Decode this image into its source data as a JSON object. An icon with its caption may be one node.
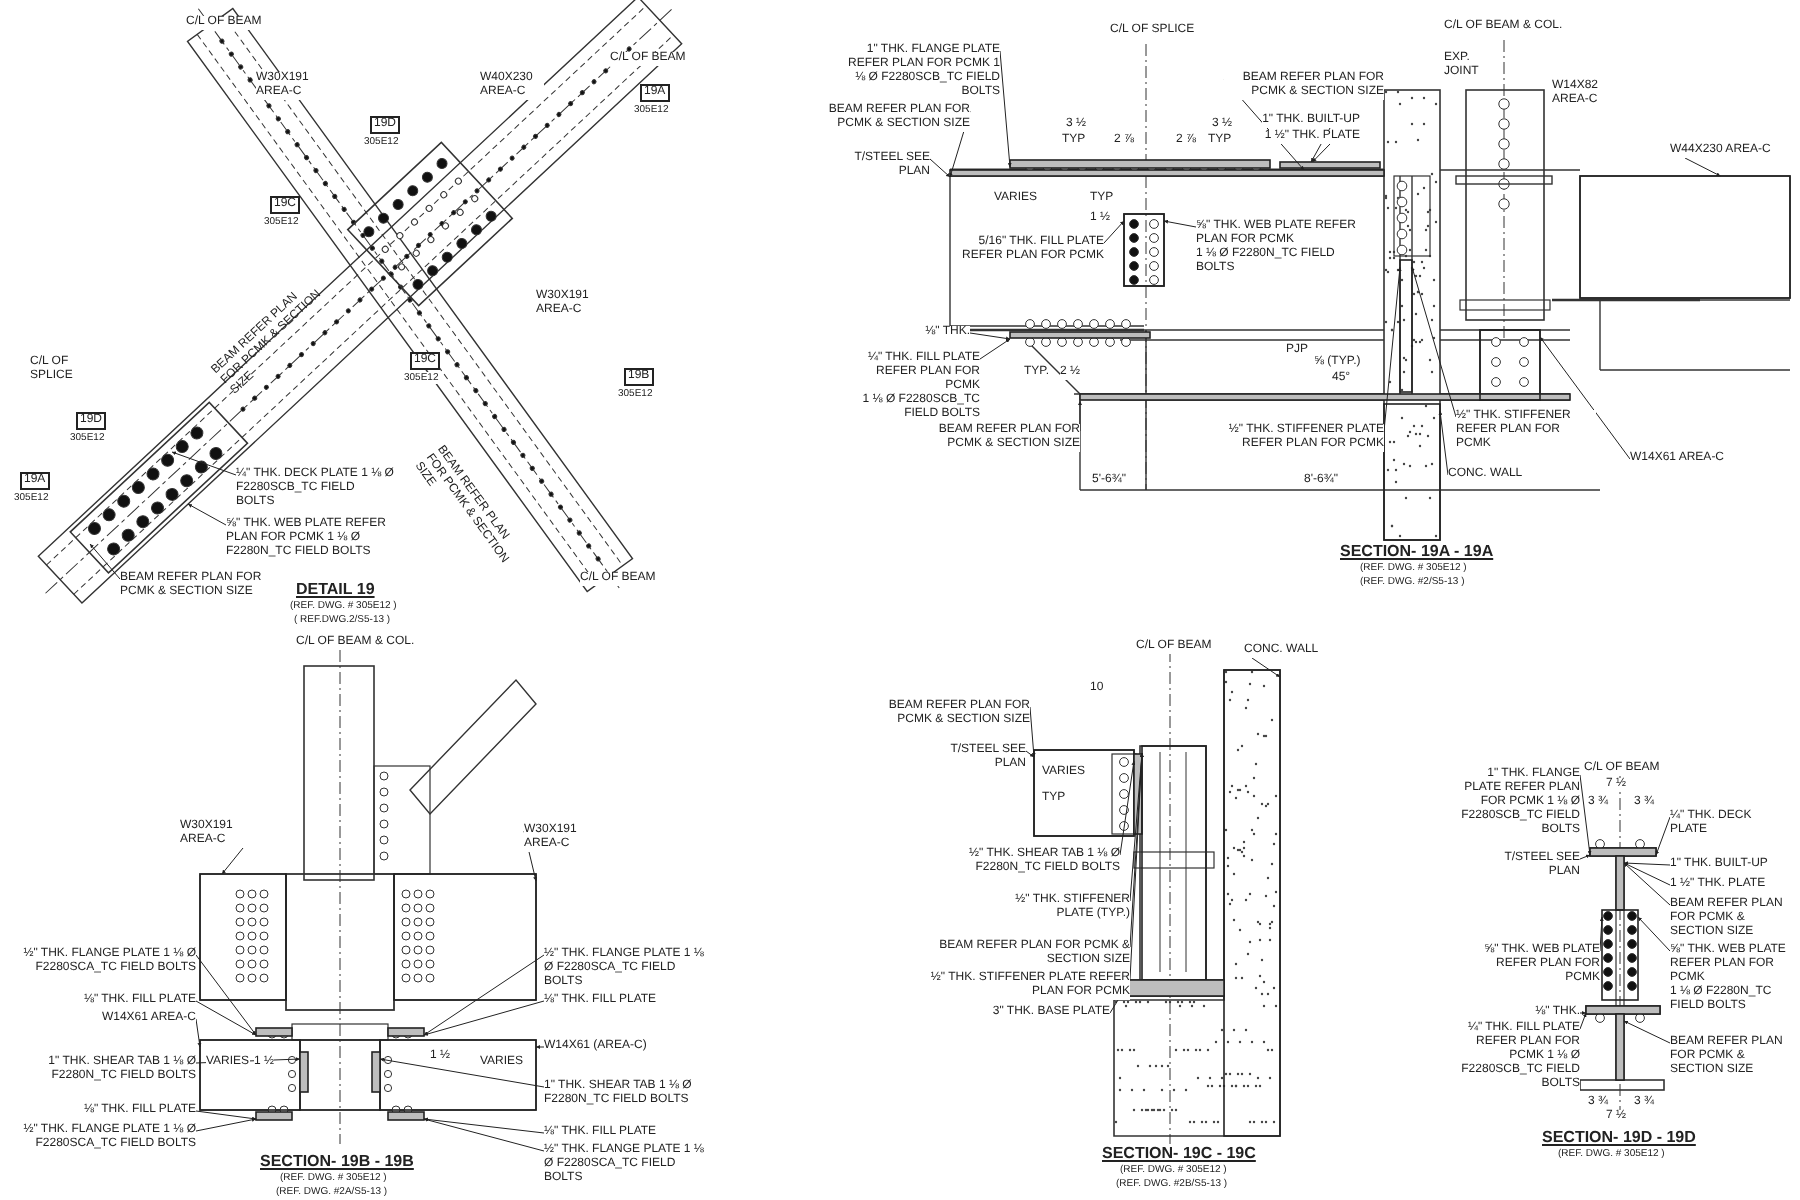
{
  "diagram": {
    "nodes": [
      {
        "text": [
          "¼\" THK. DECK PLATE 1 ⅛ Ø F2280SCB_TC FIELD BOLTS"
        ]
      },
      {
        "text": [
          "⅝\" THK. WEB PLATE REFER PLAN FOR PCMK 1 ⅛ Ø F2280N_TC FIELD BOLTS"
        ]
      },
      {
        "text": [
          "BEAM REFER PLAN FOR PCMK & SECTION SIZE"
        ]
      },
      {
        "text": [
          "1\" THK. FLANGE PLATE REFER PLAN FOR PCMK 1 ⅛ Ø F2280SCB_TC FIELD BOLTS"
        ]
      },
      {
        "text": [
          "BEAM REFER PLAN FOR PCMK & SECTION SIZE"
        ]
      },
      {
        "text": [
          "T/STEEL SEE PLAN"
        ]
      },
      {
        "text": [
          "BEAM REFER PLAN FOR PCMK & SECTION SIZE"
        ]
      },
      {
        "text": [
          "1\" THK. BUILT-UP"
        ]
      },
      {
        "text": [
          "1 ½\" THK. PLATE"
        ]
      },
      {
        "text": [
          "W44X230 AREA-C"
        ]
      },
      {
        "text": [
          "⅝\" THK. WEB PLATE REFER PLAN FOR PCMK",
          "1 ⅛ Ø F2280N_TC FIELD BOLTS"
        ]
      },
      {
        "text": [
          "5/16\" THK. FILL PLATE REFER PLAN FOR PCMK"
        ]
      },
      {
        "text": [
          "⅛\" THK."
        ]
      },
      {
        "text": [
          "¼\" THK. FILL PLATE REFER PLAN FOR PCMK",
          "1 ⅛ Ø F2280SCB_TC FIELD BOLTS"
        ]
      },
      {
        "text": [
          "BEAM REFER PLAN FOR PCMK & SECTION SIZE"
        ]
      },
      {
        "text": [
          "½\" THK. STIFFENER PLATE REFER PLAN FOR PCMK"
        ]
      },
      {
        "text": [
          "½\" THK. STIFFENER REFER PLAN FOR PCMK"
        ]
      },
      {
        "text": [
          "CONC. WALL"
        ]
      },
      {
        "text": [
          "W14X61 AREA-C"
        ]
      },
      {
        "text": [
          "W30X191 AREA-C"
        ]
      },
      {
        "text": [
          "W30X191 AREA-C"
        ]
      },
      {
        "text": [
          "½\" THK. FLANGE PLATE 1 ⅛ Ø F2280SCA_TC FIELD BOLTS"
        ]
      },
      {
        "text": [
          "⅛\" THK. FILL PLATE"
        ]
      },
      {
        "text": [
          "½\" THK. FLANGE PLATE 1 ⅛ Ø F2280SCA_TC FIELD BOLTS"
        ]
      },
      {
        "text": [
          "⅛\" THK. FILL PLATE"
        ]
      },
      {
        "text": [
          "W14X61 AREA-C"
        ]
      },
      {
        "text": [
          "W14X61 (AREA-C)"
        ]
      },
      {
        "text": [
          "1\" THK. SHEAR TAB 1 ⅛ Ø F2280N_TC FIELD BOLTS"
        ]
      },
      {
        "text": [
          "1\" THK. SHEAR TAB 1 ⅛ Ø F2280N_TC FIELD BOLTS"
        ]
      },
      {
        "text": [
          "⅛\" THK. FILL PLATE"
        ]
      },
      {
        "text": [
          "⅛\" THK. FILL PLATE"
        ]
      },
      {
        "text": [
          "½\" THK. FLANGE PLATE 1 ⅛ Ø F2280SCA_TC FIELD BOLTS"
        ]
      },
      {
        "text": [
          "½\" THK. FLANGE PLATE 1 ⅛ Ø F2280SCA_TC FIELD BOLTS"
        ]
      },
      {
        "text": [
          "CONC. WALL"
        ]
      },
      {
        "text": [
          "BEAM REFER PLAN FOR PCMK & SECTION SIZE"
        ]
      },
      {
        "text": [
          "T/STEEL SEE PLAN"
        ]
      },
      {
        "text": [
          "½\" THK. SHEAR TAB 1 ⅛ Ø F2280N_TC FIELD BOLTS"
        ]
      },
      {
        "text": [
          "½\" THK. STIFFENER PLATE (TYP.)"
        ]
      },
      {
        "text": [
          "BEAM REFER PLAN FOR PCMK & SECTION SIZE"
        ]
      },
      {
        "text": [
          "½\" THK. STIFFENER PLATE REFER PLAN FOR PCMK"
        ]
      },
      {
        "text": [
          "3\" THK. BASE PLATE"
        ]
      },
      {
        "text": [
          "1\" THK. FLANGE PLATE REFER PLAN FOR PCMK 1 ⅛ Ø F2280SCB_TC FIELD BOLTS"
        ]
      },
      {
        "text": [
          "¼\" THK. DECK PLATE"
        ]
      },
      {
        "text": [
          "T/STEEL SEE PLAN"
        ]
      },
      {
        "text": [
          "1\" THK. BUILT-UP"
        ]
      },
      {
        "text": [
          "1 ½\" THK. PLATE"
        ]
      },
      {
        "text": [
          "BEAM REFER PLAN FOR PCMK & SECTION SIZE"
        ]
      },
      {
        "text": [
          "⅝\" THK. WEB PLATE REFER PLAN FOR PCMK"
        ]
      },
      {
        "text": [
          "⅝\" THK. WEB PLATE REFER PLAN FOR PCMK",
          "1 ⅛ Ø F2280N_TC FIELD BOLTS"
        ]
      },
      {
        "text": [
          "⅛\" THK."
        ]
      },
      {
        "text": [
          "¼\" THK. FILL PLATE REFER PLAN FOR PCMK 1 ⅛ Ø F2280SCB_TC FIELD BOLTS"
        ]
      },
      {
        "text": [
          "BEAM REFER PLAN FOR PCMK & SECTION SIZE"
        ]
      },
      {
        "text": [],
        "shape": "bar"
      },
      {
        "text": [],
        "shape": "bar"
      },
      {
        "text": [],
        "shape": "bar"
      },
      {
        "text": [],
        "shape": "box"
      },
      {
        "text": [],
        "shape": "box"
      },
      {
        "text": [],
        "shape": "bar"
      },
      {
        "text": [],
        "shape": "bar"
      },
      {
        "text": [],
        "shape": "box"
      },
      {
        "text": [],
        "shape": "box"
      },
      {
        "text": [],
        "shape": "box"
      },
      {
        "text": [],
        "shape": "box"
      },
      {
        "text": [],
        "shape": "box"
      },
      {
        "text": [],
        "shape": "bar"
      },
      {
        "text": [],
        "shape": "bar"
      },
      {
        "text": [],
        "shape": "box"
      },
      {
        "text": [],
        "shape": "box"
      },
      {
        "text": [],
        "shape": "bar"
      },
      {
        "text": [],
        "shape": "bar"
      },
      {
        "text": [],
        "shape": "bar"
      },
      {
        "text": [],
        "shape": "bar"
      },
      {
        "text": [],
        "shape": "box"
      },
      {
        "text": [],
        "shape": "box"
      },
      {
        "text": [],
        "shape": "bar"
      },
      {
        "text": [],
        "shape": "box"
      },
      {
        "text": [],
        "shape": "bar"
      },
      {
        "text": [],
        "shape": "bar"
      },
      {
        "text": [],
        "shape": "bar"
      },
      {
        "text": [],
        "shape": "box"
      },
      {
        "text": [],
        "shape": "bar"
      },
      {
        "text": [],
        "shape": "bar"
      }
    ],
    "edges": [
      {
        "from": 0,
        "to": null,
        "arrow": "to"
      },
      {
        "from": 1,
        "to": null,
        "arrow": "to"
      },
      {
        "from": 2,
        "to": null,
        "arrow": "to"
      },
      {
        "from": 3,
        "to": 52,
        "arrow": "to"
      },
      {
        "from": 4,
        "to": 53,
        "arrow": "to"
      },
      {
        "from": 5,
        "to": 53,
        "arrow": "to"
      },
      {
        "from": 6,
        "to": 53,
        "arrow": "to"
      },
      {
        "from": 7,
        "to": 54,
        "arrow": "to"
      },
      {
        "from": 8,
        "to": 54,
        "arrow": "to"
      },
      {
        "from": 9,
        "to": 55,
        "arrow": "to"
      },
      {
        "from": 10,
        "to": 56,
        "arrow": "to"
      },
      {
        "from": 11,
        "to": 56,
        "arrow": "to"
      },
      {
        "from": 12,
        "to": 57,
        "arrow": "to"
      },
      {
        "from": 13,
        "to": 57,
        "arrow": "to"
      },
      {
        "from": 14,
        "to": 58,
        "arrow": "to"
      },
      {
        "from": 15,
        "to": 59,
        "arrow": "to"
      },
      {
        "from": 16,
        "to": 59,
        "arrow": "to"
      },
      {
        "from": 17,
        "to": 60,
        "arrow": "to"
      },
      {
        "from": 18,
        "to": 61,
        "arrow": "to"
      },
      {
        "from": 19,
        "to": 62,
        "arrow": "to"
      },
      {
        "from": 20,
        "to": 63,
        "arrow": "to"
      },
      {
        "from": 21,
        "to": 64,
        "arrow": "to"
      },
      {
        "from": 22,
        "to": 64,
        "arrow": "to"
      },
      {
        "from": 23,
        "to": 65,
        "arrow": "to"
      },
      {
        "from": 24,
        "to": 65,
        "arrow": "to"
      },
      {
        "from": 25,
        "to": 66,
        "arrow": "to"
      },
      {
        "from": 26,
        "to": 67,
        "arrow": "to"
      },
      {
        "from": 27,
        "to": 68,
        "arrow": "to"
      },
      {
        "from": 28,
        "to": 69,
        "arrow": "to"
      },
      {
        "from": 29,
        "to": 70,
        "arrow": "to"
      },
      {
        "from": 30,
        "to": 71,
        "arrow": "to"
      },
      {
        "from": 31,
        "to": 70,
        "arrow": "to"
      },
      {
        "from": 32,
        "to": 71,
        "arrow": "to"
      },
      {
        "from": 33,
        "to": 72,
        "arrow": "to"
      },
      {
        "from": 34,
        "to": 73,
        "arrow": "to"
      },
      {
        "from": 35,
        "to": 73,
        "arrow": "to"
      },
      {
        "from": 36,
        "to": 74,
        "arrow": "to"
      },
      {
        "from": 37,
        "to": 75,
        "arrow": "to"
      },
      {
        "from": 38,
        "to": 75,
        "arrow": "to"
      },
      {
        "from": 39,
        "to": 75,
        "arrow": "to"
      },
      {
        "from": 40,
        "to": 76,
        "arrow": "to"
      },
      {
        "from": 41,
        "to": 77,
        "arrow": "to"
      },
      {
        "from": 42,
        "to": 77,
        "arrow": "to"
      },
      {
        "from": 43,
        "to": 77,
        "arrow": "to"
      },
      {
        "from": 44,
        "to": 78,
        "arrow": "to"
      },
      {
        "from": 45,
        "to": 78,
        "arrow": "to"
      },
      {
        "from": 46,
        "to": 78,
        "arrow": "to"
      },
      {
        "from": 47,
        "to": 79,
        "arrow": "to"
      },
      {
        "from": 48,
        "to": 79,
        "arrow": "to"
      },
      {
        "from": 49,
        "to": 80,
        "arrow": "to"
      },
      {
        "from": 50,
        "to": 80,
        "arrow": "to"
      },
      {
        "from": 51,
        "to": 81,
        "arrow": "to"
      }
    ],
    "labels": [
      "C/L OF BEAM",
      "W30X191 AREA-C",
      "19D",
      "305E12",
      "W40X230 AREA-C",
      "C/L OF BEAM",
      "19A",
      "305E12",
      "19C",
      "305E12",
      "BEAM REFER PLAN FOR PCMK & SECTION SIZE",
      "W30X191 AREA-C",
      "C/L OF SPLICE",
      "19C",
      "305E12",
      "19B",
      "305E12",
      "19D",
      "305E12",
      "BEAM REFER PLAN FOR PCMK & SECTION SIZE",
      "19A",
      "305E12",
      "C/L OF BEAM",
      "DETAIL 19",
      "(REF. DWG. # 305E12 )",
      "( REF.DWG.2/S5-13 )",
      "C/L OF SPLICE",
      "C/L OF BEAM & COL.",
      "EXP. JOINT",
      "W14X82 AREA-C",
      "3 ½",
      "TYP",
      "2 ⅞",
      "2 ⅞",
      "3 ½",
      "TYP",
      "VARIES",
      "TYP",
      "1 ½",
      "PJP",
      "⅝ (TYP.)",
      "45°",
      "TYP.",
      "2 ½",
      "5'-6¾\"",
      "8'-6¾\"",
      "SECTION- 19A - 19A",
      "(REF. DWG. # 305E12 )",
      "(REF. DWG. #2/S5-13 )",
      "C/L OF BEAM & COL.",
      "VARIES",
      "1 ½",
      "1 ½",
      "VARIES",
      "SECTION- 19B - 19B",
      "(REF. DWG. # 305E12 )",
      "(REF. DWG. #2A/S5-13 )",
      "C/L OF BEAM",
      "10",
      "VARIES",
      "TYP",
      "SECTION- 19C - 19C",
      "(REF. DWG. # 305E12 )",
      "(REF. DWG. #2B/S5-13 )",
      "C/L OF BEAM",
      "7 ½",
      "3 ¾",
      "3 ¾",
      "3 ¾",
      "3 ¾",
      "7 ½",
      "SECTION- 19D - 19D",
      "(REF. DWG. # 305E12 )"
    ]
  }
}
